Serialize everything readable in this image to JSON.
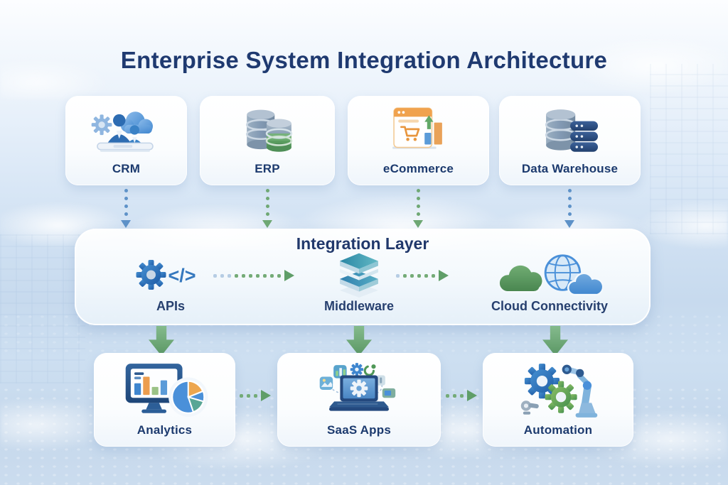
{
  "title": "Enterprise System Integration Architecture",
  "top_row": [
    {
      "label": "CRM",
      "icon": "crm-people-cloud-icon",
      "connector_color": "#5e92c8"
    },
    {
      "label": "ERP",
      "icon": "erp-database-cylinders-icon",
      "connector_color": "#6fa874"
    },
    {
      "label": "eCommerce",
      "icon": "ecommerce-cart-browser-icon",
      "connector_color": "#6fa874"
    },
    {
      "label": "Data Warehouse",
      "icon": "data-warehouse-servers-icon",
      "connector_color": "#5e92c8"
    }
  ],
  "integration_layer": {
    "title": "Integration Layer",
    "items": [
      {
        "label": "APIs",
        "icon": "gear-code-icon",
        "glyph": "</>"
      },
      {
        "label": "Middleware",
        "icon": "stacked-layers-icon"
      },
      {
        "label": "Cloud Connectivity",
        "icon": "clouds-globe-icon"
      }
    ]
  },
  "bottom_row": [
    {
      "label": "Analytics",
      "icon": "monitor-charts-pie-icon"
    },
    {
      "label": "SaaS Apps",
      "icon": "laptop-app-tiles-icon"
    },
    {
      "label": "Automation",
      "icon": "gears-robot-arm-icon"
    }
  ],
  "colors": {
    "title_text": "#1f3a70",
    "card_label_text": "#1c3a6e",
    "accent_blue": "#4a90d9",
    "accent_green": "#5f9e68",
    "connector_blue": "#5e92c8",
    "connector_green": "#6fa874",
    "card_background": "#ffffff"
  }
}
